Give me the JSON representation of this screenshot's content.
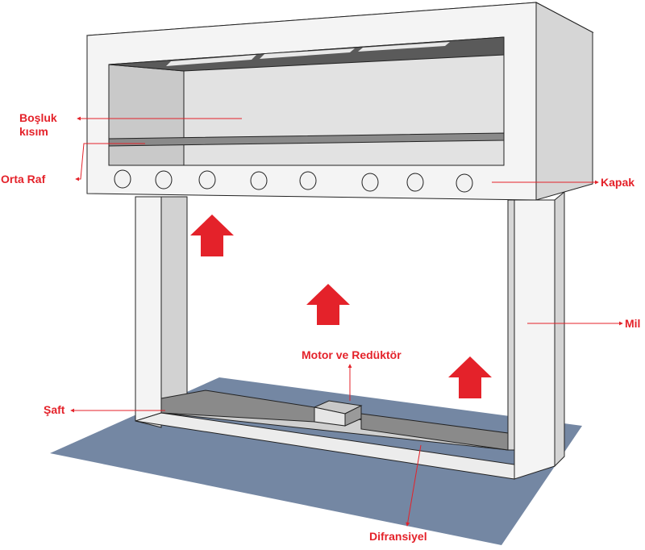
{
  "labels": {
    "bosluk_line1": "Boşluk",
    "bosluk_line2": "kısım",
    "orta_raf": "Orta Raf",
    "kapak": "Kapak",
    "mil": "Mil",
    "motor": "Motor ve Redüktör",
    "saft": "Şaft",
    "difransiyel": "Difransiyel"
  },
  "colors": {
    "label_red": "#e4222a",
    "floor_blue": "#7487a3",
    "frame_face": "#f4f4f4",
    "frame_shadow": "#d4d4d4",
    "interior": "#c9c9c9",
    "rail": "#8a8a8a"
  }
}
